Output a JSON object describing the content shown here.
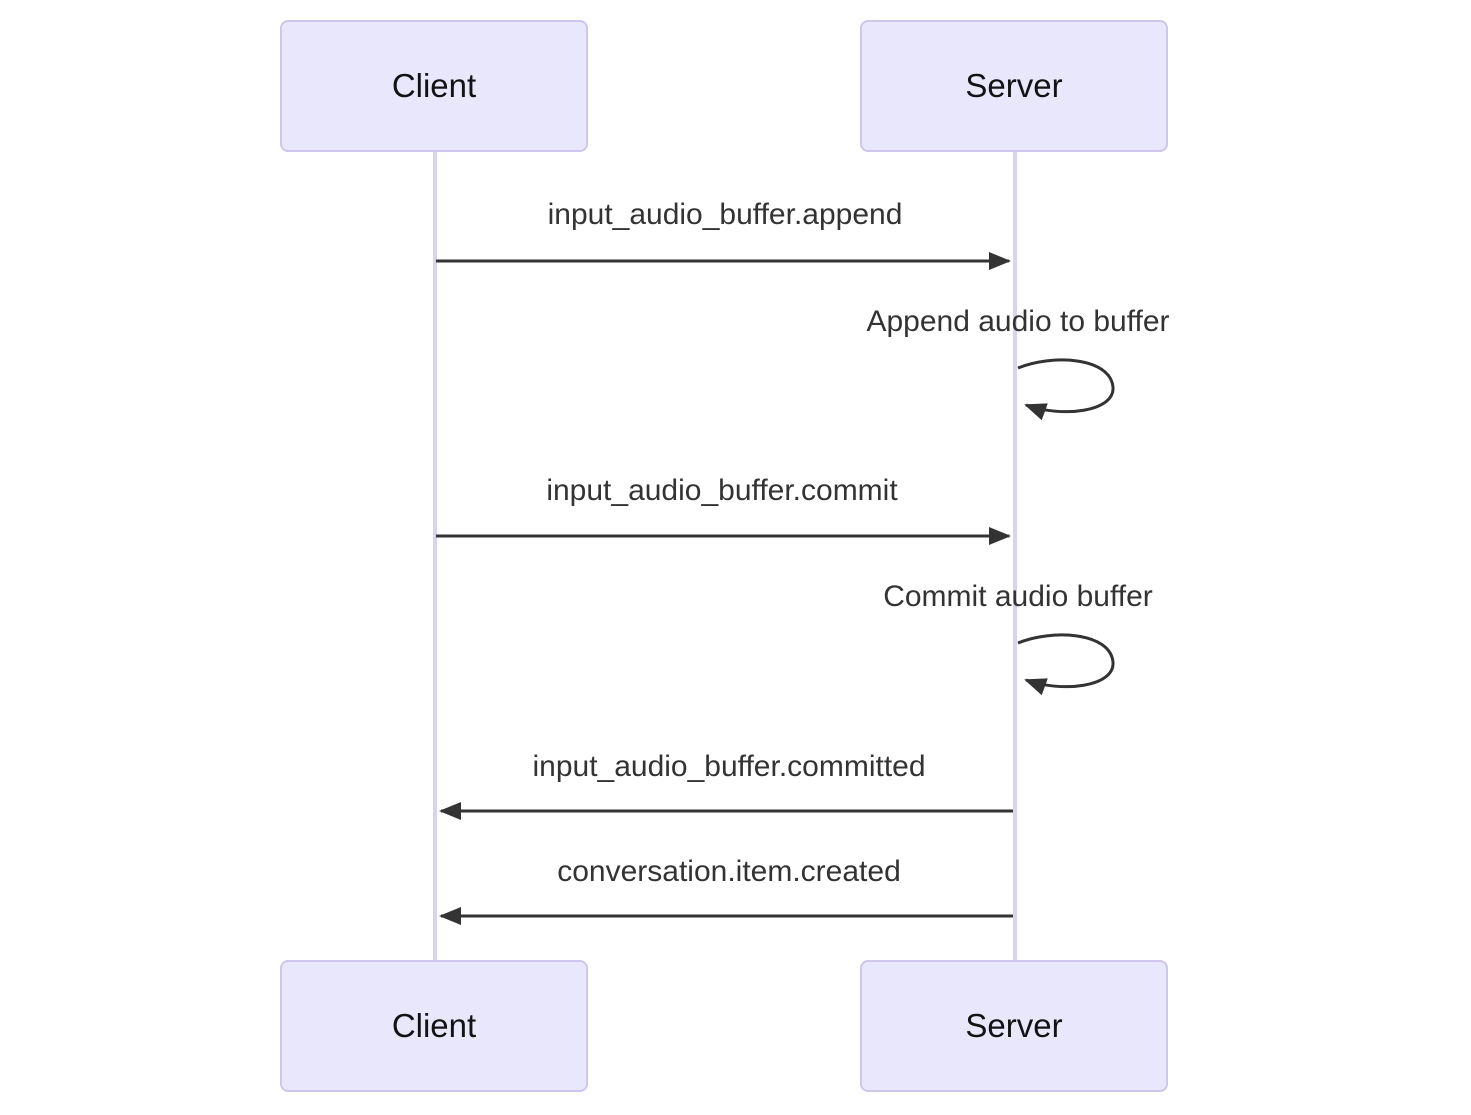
{
  "diagram": {
    "kind": "sequence-diagram",
    "background": "#ffffff",
    "actors": [
      {
        "id": "client",
        "label": "Client"
      },
      {
        "id": "server",
        "label": "Server"
      }
    ],
    "messages": [
      {
        "seq": 1,
        "from": "client",
        "to": "server",
        "label": "input_audio_buffer.append",
        "arrow": "solid-right"
      },
      {
        "seq": 2,
        "from": "server",
        "to": "server",
        "label": "Append audio to buffer",
        "arrow": "self-loop"
      },
      {
        "seq": 3,
        "from": "client",
        "to": "server",
        "label": "input_audio_buffer.commit",
        "arrow": "solid-right"
      },
      {
        "seq": 4,
        "from": "server",
        "to": "server",
        "label": "Commit audio buffer",
        "arrow": "self-loop"
      },
      {
        "seq": 5,
        "from": "server",
        "to": "client",
        "label": "input_audio_buffer.committed",
        "arrow": "solid-left"
      },
      {
        "seq": 6,
        "from": "server",
        "to": "client",
        "label": "conversation.item.created",
        "arrow": "solid-left"
      }
    ],
    "colors": {
      "actor_fill": "#e9e7fb",
      "actor_border": "#cfc6ee",
      "lifeline": "#d9d2f2",
      "arrow": "#333333",
      "message_text": "#333333",
      "actor_text": "#131313"
    }
  }
}
